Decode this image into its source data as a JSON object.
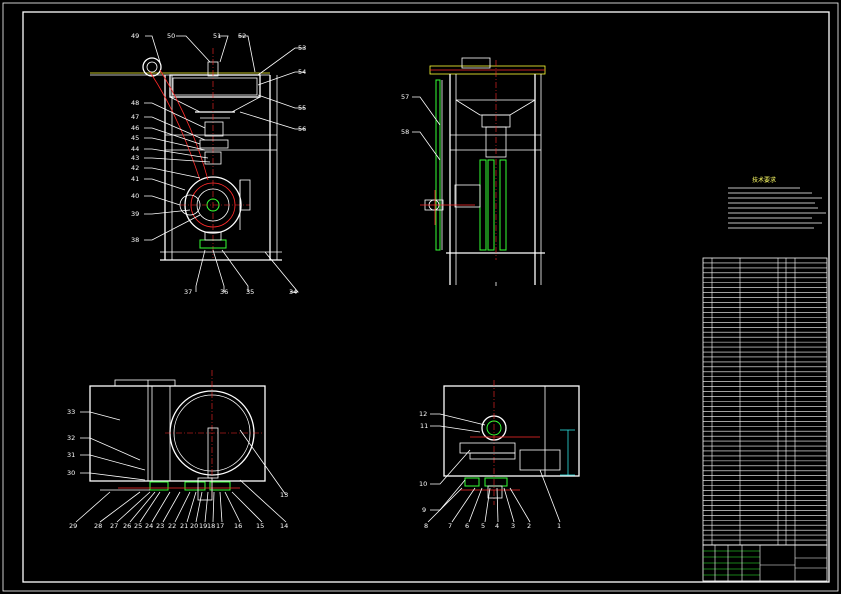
{
  "drawing": {
    "tech_requirements_title": "技术要求"
  },
  "front_view": {
    "callouts": [
      "49",
      "50",
      "51",
      "52",
      "53",
      "54",
      "55",
      "56",
      "48",
      "47",
      "46",
      "45",
      "44",
      "43",
      "42",
      "41",
      "40",
      "39",
      "38",
      "37",
      "36",
      "35",
      "34"
    ]
  },
  "side_view": {
    "callouts": [
      "57",
      "58"
    ]
  },
  "bottom_left_view": {
    "callouts": [
      "33",
      "32",
      "31",
      "30",
      "29",
      "28",
      "27",
      "26",
      "25",
      "24",
      "23",
      "22",
      "21",
      "20",
      "19",
      "18",
      "17",
      "16",
      "15",
      "14",
      "13"
    ]
  },
  "bottom_right_view": {
    "callouts": [
      "12",
      "11",
      "10",
      "9",
      "8",
      "7",
      "6",
      "5",
      "4",
      "3",
      "2",
      "1"
    ]
  },
  "colors": {
    "background": "#000000",
    "line": "#ffffff",
    "center_line": "#ff2a2a",
    "section": "#33ff33",
    "hatch": "#ffff33",
    "dimension": "#33ffff"
  }
}
